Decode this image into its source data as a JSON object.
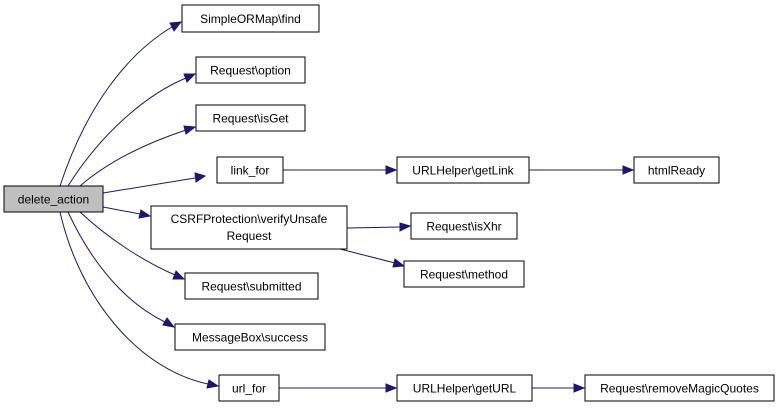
{
  "diagram": {
    "nodes": {
      "delete_action": "delete_action",
      "simpleormap_find": "SimpleORMap\\find",
      "request_option": "Request\\option",
      "request_isget": "Request\\isGet",
      "link_for": "link_for",
      "urlhelper_getlink": "URLHelper\\getLink",
      "htmlready": "htmlReady",
      "csrf_line1": "CSRFProtection\\verifyUnsafe",
      "csrf_line2": "Request",
      "request_isxhr": "Request\\isXhr",
      "request_method": "Request\\method",
      "request_submitted": "Request\\submitted",
      "messagebox_success": "MessageBox\\success",
      "url_for": "url_for",
      "urlhelper_geturl": "URLHelper\\getURL",
      "request_removemagicquotes": "Request\\removeMagicQuotes"
    },
    "edge_color": "#191970",
    "root_fill": "#bfbfbf"
  }
}
